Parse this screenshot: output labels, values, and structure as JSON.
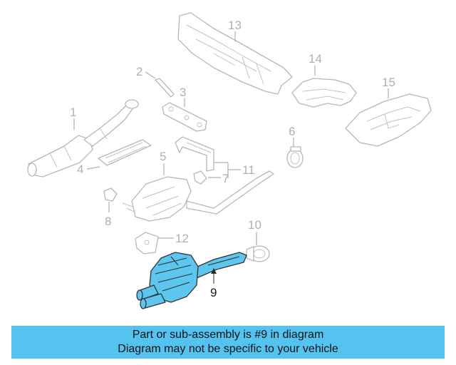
{
  "diagram": {
    "highlighted_part": "9",
    "callouts": [
      "1",
      "2",
      "3",
      "4",
      "5",
      "6",
      "7",
      "8",
      "9",
      "10",
      "11",
      "12",
      "13",
      "14",
      "15"
    ]
  },
  "banner": {
    "line1": "Part or sub-assembly is #9 in diagram",
    "line2": "Diagram may not be specific to your vehicle",
    "color": "#55c3ef"
  },
  "colors": {
    "highlight": "#5cc6ee",
    "ghost_outline": "#b7b7b7"
  }
}
